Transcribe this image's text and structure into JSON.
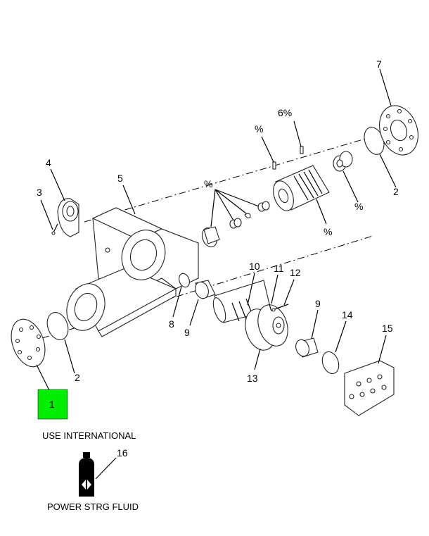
{
  "callouts": {
    "c1": "1",
    "c2a": "2",
    "c2b": "2",
    "c3": "3",
    "c4": "4",
    "c5": "5",
    "c6": "6%",
    "c7": "7",
    "c8": "8",
    "c9a": "9",
    "c9b": "9",
    "c10": "10",
    "c11": "11",
    "c12": "12",
    "c13": "13",
    "c14": "14",
    "c15": "15",
    "c16": "16",
    "p1": "%",
    "p2": "%",
    "p3": "%",
    "p4": "%"
  },
  "captions": {
    "use_international": "USE INTERNATIONAL",
    "power_steering_fluid": "POWER STRG FLUID"
  },
  "colors": {
    "highlight": "#00ee00",
    "ink": "#000000"
  }
}
